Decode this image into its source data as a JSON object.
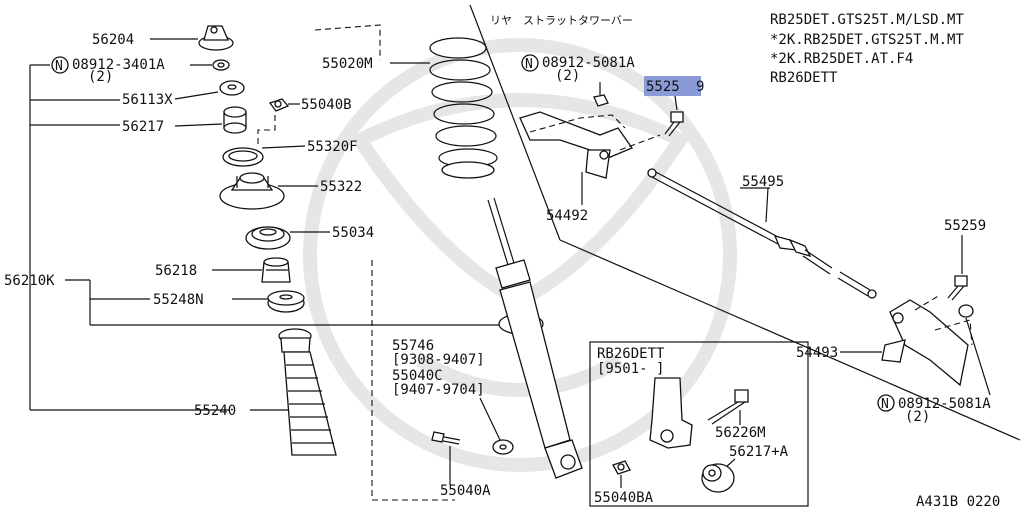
{
  "notes": {
    "header_jp": "リヤ　ストラットタワーバー",
    "models": [
      "RB25DET.GTS25T.M/LSD.MT",
      "*2K.RB25DET.GTS25T.M.MT",
      "*2K.RB25DET.AT.F4",
      "RB26DETT"
    ],
    "figure_id": "A431B 0220"
  },
  "parts": {
    "p56204": "56204",
    "p08912_3401a": "08912-3401A",
    "p08912_3401a_qty": "(2)",
    "p56113x": "56113X",
    "p56217": "56217",
    "p55040b": "55040B",
    "p55320f": "55320F",
    "p55322": "55322",
    "p55034": "55034",
    "p56218": "56218",
    "p56210k": "56210K",
    "p55248n": "55248N",
    "p55240": "55240",
    "p55020m": "55020M",
    "p55746": "55746",
    "p55746_range": "[9308-9407]",
    "p55040c": "55040C",
    "p55040c_range": "[9407-9704]",
    "p55040a": "55040A",
    "p08912_5081a_top": "08912-5081A",
    "p08912_5081a_top_qty": "(2)",
    "p55259_highlight": "5525",
    "p54492": "54492",
    "p55495": "55495",
    "p55259": "55259",
    "p54493": "54493",
    "p08912_5081a_bottom": "08912-5081A",
    "p08912_5081a_bottom_qty": "(2)"
  },
  "inset": {
    "title": "RB26DETT",
    "range": "[9501-       ]",
    "p56226m": "56226M",
    "p56217a": "56217+A",
    "p55040ba": "55040BA"
  },
  "colors": {
    "highlight": "#8a9ad6",
    "ink": "#111111",
    "watermark": "#e6e6e6"
  }
}
